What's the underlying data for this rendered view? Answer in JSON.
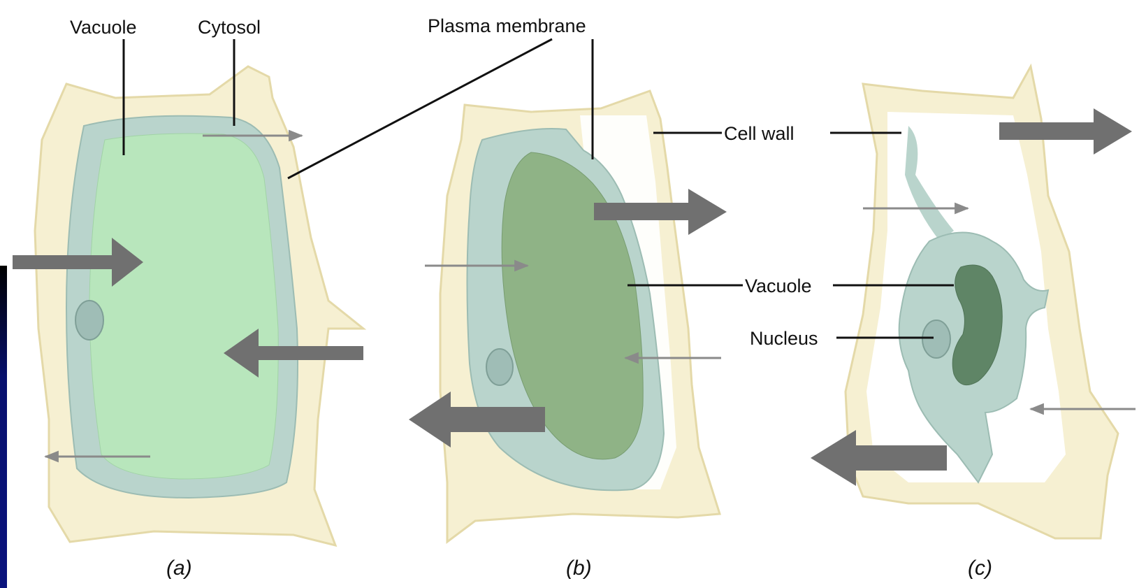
{
  "labels": {
    "vacuole_top": "Vacuole",
    "cytosol": "Cytosol",
    "plasma_membrane": "Plasma membrane",
    "cell_wall": "Cell wall",
    "vacuole_mid": "Vacuole",
    "nucleus": "Nucleus",
    "caption_a": "(a)",
    "caption_b": "(b)",
    "caption_c": "(c)"
  },
  "colors": {
    "background": "#000000",
    "panel": "#ffffff",
    "cell_wall": "#f6f0d2",
    "cytosol": "#b9d4cc",
    "vacuole_a": "#b8e6bc",
    "vacuole_b": "#8fb386",
    "vacuole_c": "#5f8566",
    "arrow": "#707070"
  }
}
